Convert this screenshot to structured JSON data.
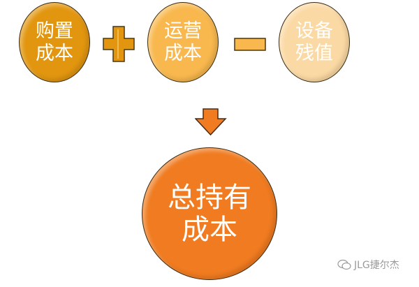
{
  "terms": [
    {
      "line1": "购置",
      "line2": "成本",
      "color": "#e2960f"
    },
    {
      "line1": "运营",
      "line2": "成本",
      "color": "#f8b84e"
    },
    {
      "line1": "设备",
      "line2": "残值",
      "color": "#fbd9a4"
    }
  ],
  "operators": [
    "plus",
    "minus"
  ],
  "result": {
    "line1": "总持有",
    "line2": "成本",
    "color": "#f07b20"
  },
  "arrow": {
    "icon": "arrow-down-icon",
    "color": "#f07b20"
  },
  "watermark": {
    "icon": "wechat-icon",
    "text": "JLG捷尔杰"
  }
}
